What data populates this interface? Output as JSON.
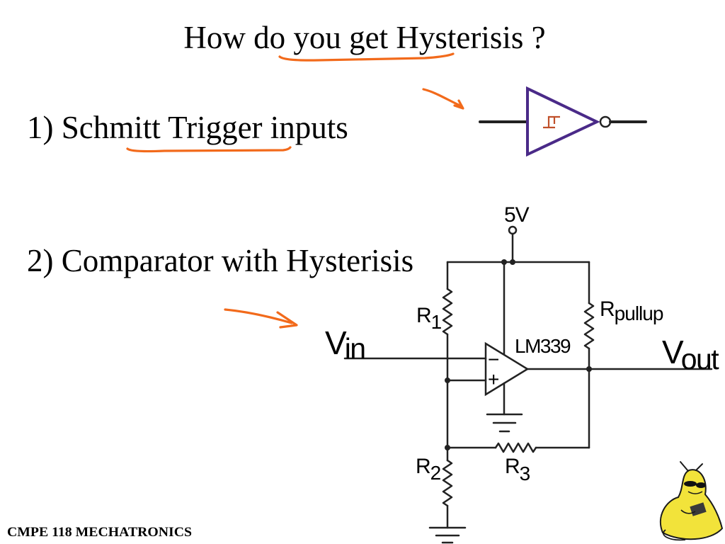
{
  "slide": {
    "title": "How do you get Hysterisis ?",
    "item_1": "1) Schmitt Trigger inputs",
    "item_2": "2) Comparator with Hysterisis",
    "footer": "CMPE 118 MECHATRONICS"
  },
  "schmitt_symbol": {
    "icon": "schmitt-trigger-inverter-icon"
  },
  "circuit": {
    "supply_label": "5V",
    "chip_label": "LM339",
    "inverting_sign": "−",
    "noninverting_sign": "+",
    "r1": {
      "letter": "R",
      "sub": "1"
    },
    "r2": {
      "letter": "R",
      "sub": "2"
    },
    "r3": {
      "letter": "R",
      "sub": "3"
    },
    "r_pullup": {
      "letter": "R",
      "sub": "pullup"
    },
    "v_in": {
      "letter": "V",
      "sub": "in"
    },
    "v_out": {
      "letter": "V",
      "sub": "out"
    }
  },
  "mascot": {
    "icon": "banana-slug-mascot-icon"
  },
  "colors": {
    "background": "#ffffff",
    "text": "#000000",
    "annotation": "#f26a1b",
    "gate": "#4a2a88",
    "wire": "#222222",
    "mascot": "#f2e33a"
  }
}
